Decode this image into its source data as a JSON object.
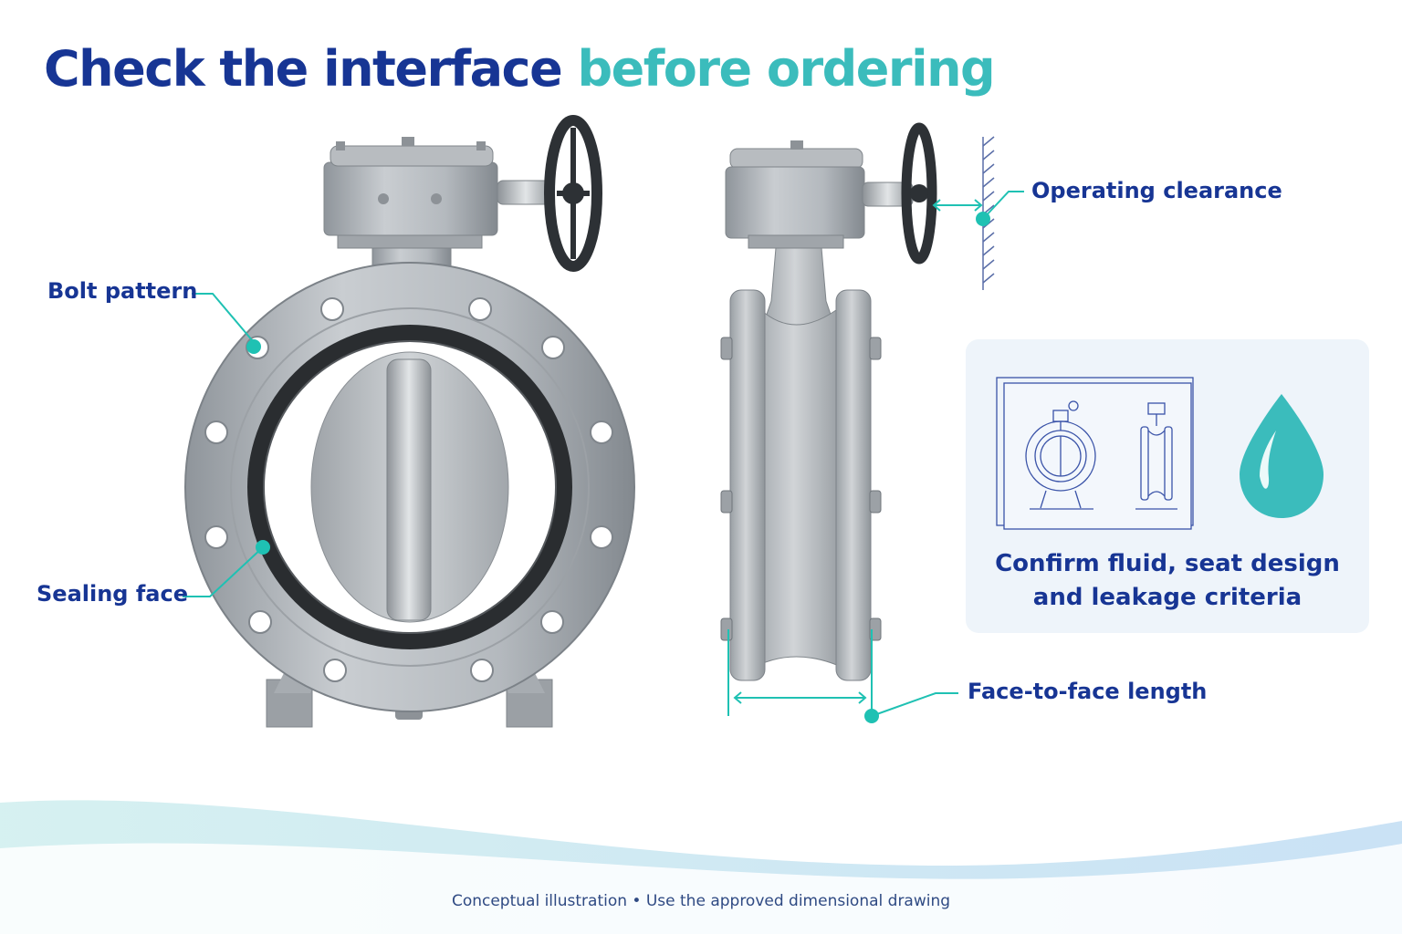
{
  "title": {
    "part1": "Check the interface",
    "part2": "before ordering"
  },
  "callouts": {
    "bolt_pattern": "Bolt pattern",
    "sealing_face": "Sealing face",
    "operating_clearance": "Operating clearance",
    "face_to_face": "Face-to-face length"
  },
  "panel": {
    "text_line1": "Confirm fluid, seat design",
    "text_line2": "and leakage criteria"
  },
  "footnote": "Conceptual  illustration  •  Use the approved dimensional drawing",
  "colors": {
    "navy": "#173594",
    "teal": "#3bbcbc",
    "accent_dot": "#1fc1b3",
    "panel_bg": "#eef4fa"
  },
  "icons": [
    "valve-front-view-icon",
    "valve-side-view-icon",
    "technical-drawing-icon",
    "water-drop-icon"
  ]
}
